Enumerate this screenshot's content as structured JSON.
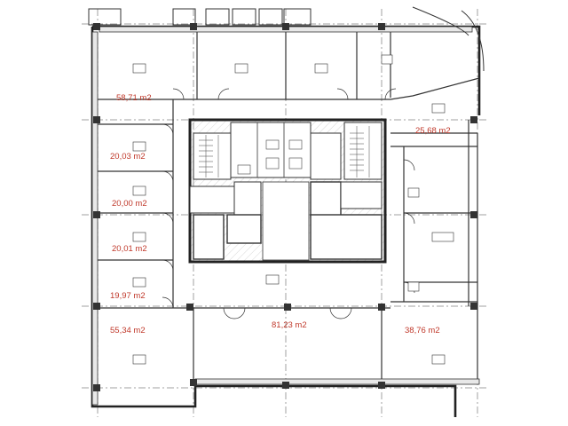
{
  "plan": {
    "wall_color": "#222222",
    "label_color": "#c0392b",
    "areas": [
      {
        "id": "office-nw",
        "label": "58,71 m2"
      },
      {
        "id": "office-w1",
        "label": "20,03 m2"
      },
      {
        "id": "office-w2",
        "label": "20,00 m2"
      },
      {
        "id": "office-w3",
        "label": "20,01 m2"
      },
      {
        "id": "office-w4",
        "label": "19,97 m2"
      },
      {
        "id": "office-sw",
        "label": "55,34 m2"
      },
      {
        "id": "open-space-s",
        "label": "81,23 m2"
      },
      {
        "id": "office-ne",
        "label": "25,68 m2"
      },
      {
        "id": "office-se",
        "label": "38,76 m2"
      }
    ]
  }
}
